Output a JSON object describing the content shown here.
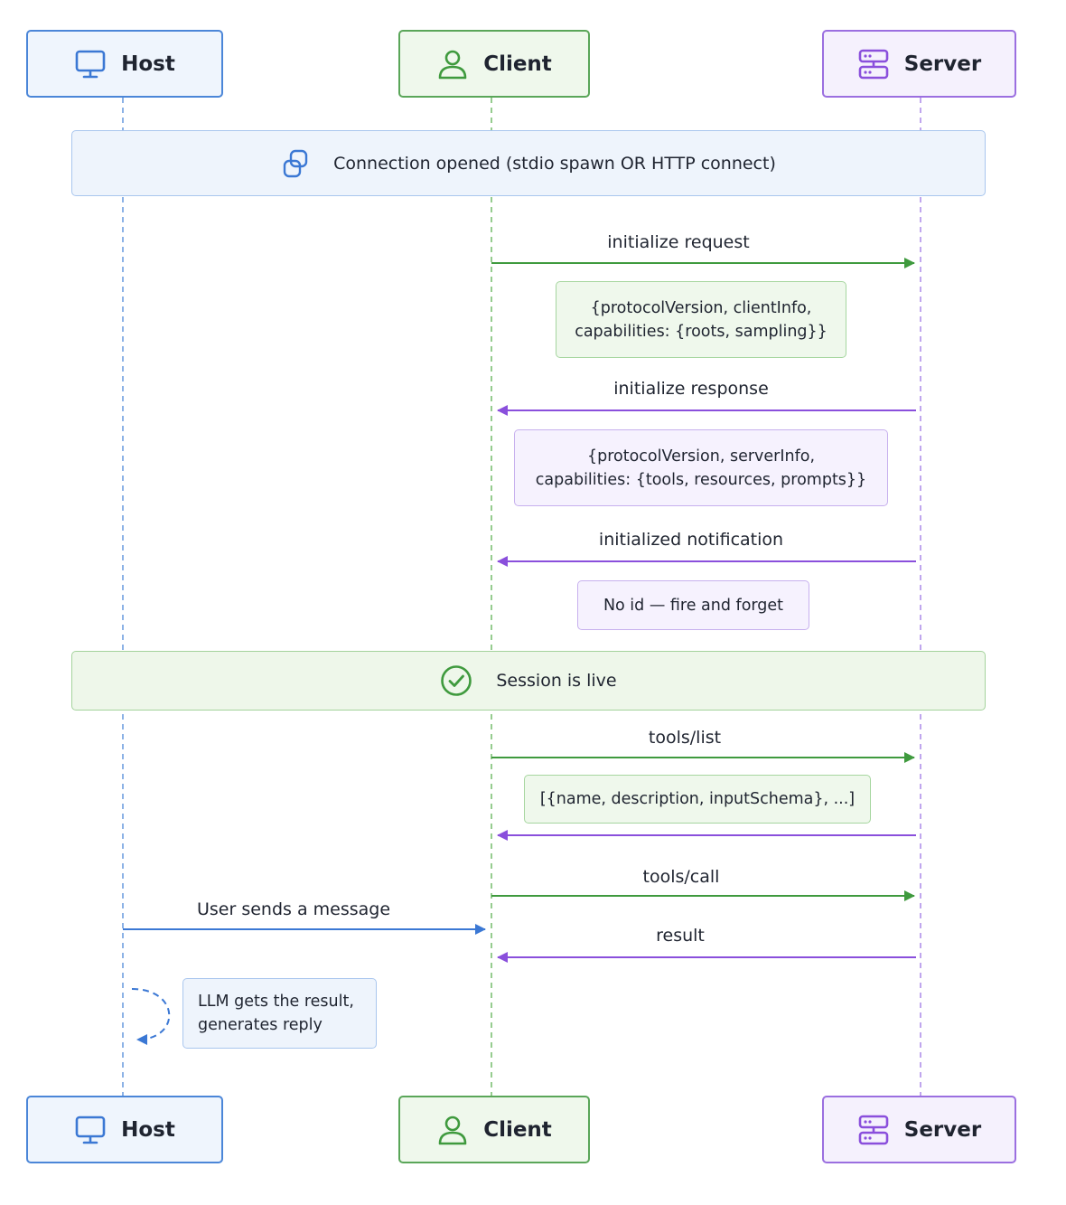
{
  "actors": {
    "host": {
      "label": "Host",
      "icon": "monitor-icon",
      "color": "#3b78d4"
    },
    "client": {
      "label": "Client",
      "icon": "user-icon",
      "color": "#3f9a3e"
    },
    "server": {
      "label": "Server",
      "icon": "server-icon",
      "color": "#8a4fdc"
    }
  },
  "bands": {
    "connection": {
      "label": "Connection opened (stdio spawn OR HTTP connect)",
      "icon": "link-icon"
    },
    "session": {
      "label": "Session is live",
      "icon": "check-circle-icon"
    }
  },
  "messages": {
    "init_request": "initialize request",
    "init_request_note": [
      "{protocolVersion, clientInfo,",
      "capabilities: {roots, sampling}}"
    ],
    "init_response": "initialize response",
    "init_response_note": [
      "{protocolVersion, serverInfo,",
      "capabilities: {tools, resources, prompts}}"
    ],
    "initialized": "initialized notification",
    "initialized_note": "No id — fire and forget",
    "tools_list": "tools/list",
    "tools_list_note": "[{name, description, inputSchema}, ...]",
    "tools_call": "tools/call",
    "user_message": "User sends a message",
    "result": "result",
    "llm_note": [
      "LLM gets the result,",
      "generates reply"
    ]
  },
  "colors": {
    "host": "#3b78d4",
    "client": "#3f9a3e",
    "server": "#8a4fdc"
  }
}
